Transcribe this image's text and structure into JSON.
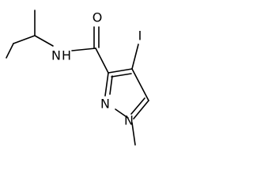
{
  "molecule": {
    "atoms": {
      "oxygen": "O",
      "amide_nitrogen": "N",
      "amide_hydrogen": "H",
      "iodine": "I",
      "ring_nitrogen_2": "N",
      "ring_nitrogen_1": "N"
    }
  }
}
